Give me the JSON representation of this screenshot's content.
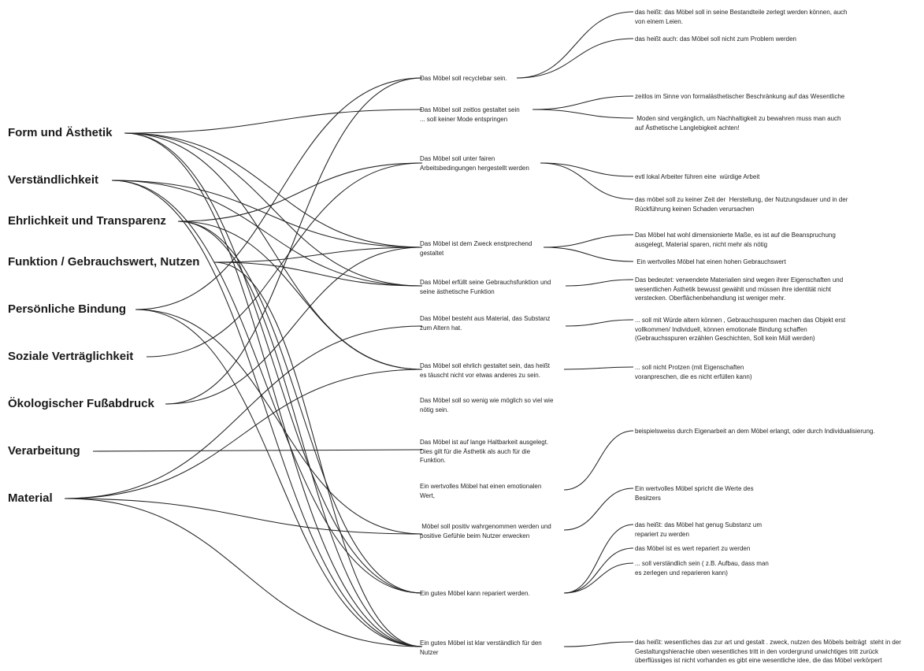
{
  "categories": [
    {
      "label": "Form und Ästhetik"
    },
    {
      "label": "Verständlichkeit"
    },
    {
      "label": "Ehrlichkeit und Transparenz"
    },
    {
      "label": "Funktion / Gebrauchswert, Nutzen"
    },
    {
      "label": "Persönliche Bindung"
    },
    {
      "label": "Soziale Verträglichkeit"
    },
    {
      "label": "Ökologischer Fußabdruck"
    },
    {
      "label": "Verarbeitung"
    },
    {
      "label": "Material"
    }
  ],
  "statements": [
    {
      "lines": [
        "Das Möbel soll recyclebar sein."
      ]
    },
    {
      "lines": [
        "Das Möbel soll zeitlos gestaltet sein",
        "... soll keiner Mode entspringen"
      ]
    },
    {
      "lines": [
        "Das Möbel soll unter fairen",
        "Arbeitsbedingungen hergestellt werden"
      ]
    },
    {
      "lines": [
        "Das Möbel ist dem Zweck enstprechend",
        "gestaltet"
      ]
    },
    {
      "lines": [
        "Das Möbel erfüllt seine Gebrauchsfunktion und",
        "seine ästhetische Funktion"
      ]
    },
    {
      "lines": [
        "Das Möbel besteht aus Material, das Substanz",
        "zum Altern hat."
      ]
    },
    {
      "lines": [
        "Das Möbel soll ehrlich gestaltet sein, das heißt",
        "es täuscht nicht vor etwas anderes zu sein."
      ]
    },
    {
      "lines": [
        "Das Möbel soll so wenig wie möglich so viel wie",
        "nötig sein."
      ]
    },
    {
      "lines": [
        "Das Möbel ist auf lange Haltbarkeit ausgelegt.",
        "Dies gilt für die Ästhetik als auch für die",
        "Funktion."
      ]
    },
    {
      "lines": [
        "Ein wertvolles Möbel hat einen emotionalen",
        "Wert,"
      ]
    },
    {
      "lines": [
        " Möbel soll positiv wahrgenommen werden und",
        "positive Gefühle beim Nutzer erwecken"
      ]
    },
    {
      "lines": [
        "Ein gutes Möbel kann repariert werden."
      ]
    },
    {
      "lines": [
        "Ein gutes Möbel ist klar verständlich für den",
        "Nutzer"
      ]
    }
  ],
  "details": [
    {
      "lines": [
        "das heißt: das Möbel soll in seine Bestandteile zerlegt werden können, auch",
        "von einem Leien."
      ]
    },
    {
      "lines": [
        "das heißt auch: das Möbel soll nicht zum Problem werden"
      ]
    },
    {
      "lines": [
        "zeitlos im Sinne von formalästhetischer Beschränkung auf das Wesentliche"
      ]
    },
    {
      "lines": [
        " Moden sind vergänglich, um Nachhaltigkeit zu bewahren muss man auch",
        "auf Ästhetische Langlebigkeit achten!"
      ]
    },
    {
      "lines": [
        "evtl lokal Arbeiter führen eine  würdige Arbeit"
      ]
    },
    {
      "lines": [
        "das möbel soll zu keiner Zeit der  Herstellung, der Nutzungsdauer und in der",
        "Rückführung keinen Schaden verursachen"
      ]
    },
    {
      "lines": [
        "Das Möbel hat wohl dimensionierte Maße, es ist auf die Beanspruchung",
        "ausgelegt, Material sparen, nicht mehr als nötig"
      ]
    },
    {
      "lines": [
        " Ein wertvolles Möbel hat einen hohen Gebrauchswert"
      ]
    },
    {
      "lines": [
        "Das bedeutet: verwendete Materialien sind wegen ihrer Eigenschaften und",
        "wesentlichen Ästhetik bewusst gewählt und müssen ihre identität nicht",
        "verstecken. Oberflächenbehandlung ist weniger mehr."
      ]
    },
    {
      "lines": [
        "... soll mit Würde altern können , Gebrauchsspuren machen das Objekt erst",
        "vollkommen/ Individuell, können emotionale Bindung schaffen",
        "(Gebrauchsspuren erzählen Geschichten, Soll kein Müll werden)"
      ]
    },
    {
      "lines": [
        "... soll nicht Protzen (mit Eigenschaften",
        "voranpreschen, die es nicht erfüllen kann)"
      ]
    },
    {
      "lines": [
        "beispielsweiss durch Eigenarbeit an dem Möbel erlangt, oder durch Individualisierung."
      ]
    },
    {
      "lines": [
        "Ein wertvolles Möbel spricht die Werte des",
        "Besitzers"
      ]
    },
    {
      "lines": [
        "das heißt: das Möbel hat genug Substanz um",
        "repariert zu werden"
      ]
    },
    {
      "lines": [
        "das Möbel ist es wert repariert zu werden"
      ]
    },
    {
      "lines": [
        "... soll verständlich sein ( z.B. Aufbau, dass man",
        "es zerlegen und reparieren kann)"
      ]
    },
    {
      "lines": [
        "das heißt: wesentliches das zur art und gestalt . zweck, nutzen des Möbels beiträgt  steht in der",
        "Gestaltungshierachie oben wesentliches tritt in den vordergrund unwichtiges tritt zurück",
        "überflüssiges ist nicht vorhanden es gibt eine wesentliche idee, die das Möbel verkörpert"
      ]
    }
  ],
  "category_links": [
    [
      1,
      3,
      4,
      6,
      11,
      12
    ],
    [
      3,
      4,
      11,
      12
    ],
    [
      2,
      6,
      11,
      12
    ],
    [
      3,
      4,
      12
    ],
    [
      0,
      10,
      12
    ],
    [
      2
    ],
    [
      0,
      3
    ],
    [
      8
    ],
    [
      5,
      6,
      10,
      12
    ]
  ],
  "detail_links": [
    [
      0,
      0
    ],
    [
      0,
      1
    ],
    [
      1,
      2
    ],
    [
      1,
      3
    ],
    [
      2,
      4
    ],
    [
      2,
      5
    ],
    [
      3,
      6
    ],
    [
      3,
      7
    ],
    [
      4,
      8
    ],
    [
      5,
      9
    ],
    [
      6,
      10
    ],
    [
      9,
      11
    ],
    [
      10,
      12
    ],
    [
      11,
      13
    ],
    [
      11,
      14
    ],
    [
      11,
      15
    ],
    [
      12,
      16
    ]
  ]
}
